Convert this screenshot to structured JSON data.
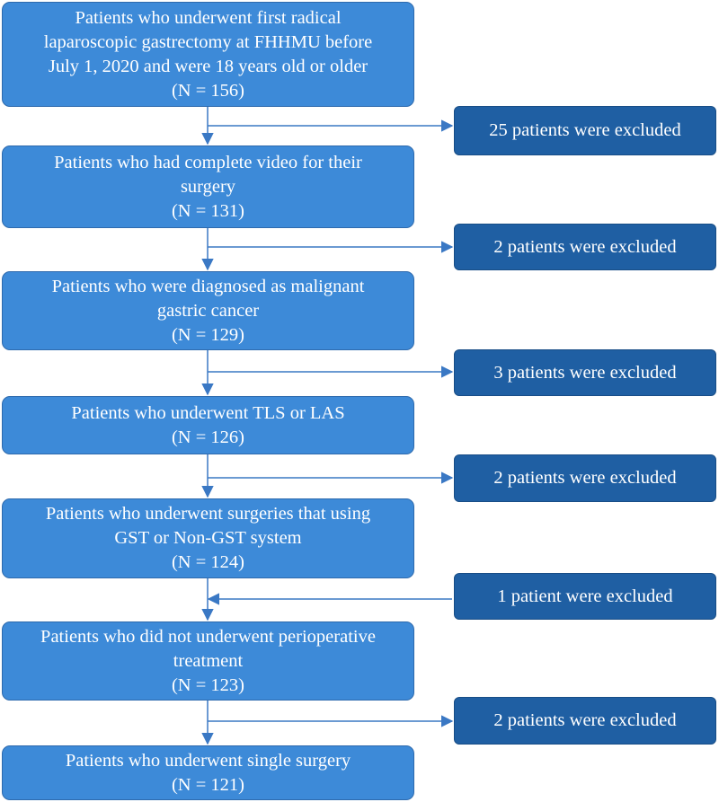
{
  "steps": [
    {
      "lines": [
        "Patients who underwent first radical",
        "laparoscopic gastrectomy at FHHMU before",
        "July 1, 2020 and were 18 years old or older",
        "(N = 156)"
      ]
    },
    {
      "lines": [
        "Patients who had complete video for their",
        "surgery",
        "(N = 131)"
      ]
    },
    {
      "lines": [
        "Patients who were diagnosed as malignant",
        "gastric cancer",
        "(N = 129)"
      ]
    },
    {
      "lines": [
        "Patients who underwent TLS or LAS",
        "(N = 126)"
      ]
    },
    {
      "lines": [
        "Patients who underwent surgeries that using",
        "GST or Non-GST system",
        "(N = 124)"
      ]
    },
    {
      "lines": [
        "Patients who did not underwent perioperative",
        "treatment",
        "(N = 123)"
      ]
    },
    {
      "lines": [
        "Patients who underwent single surgery",
        "(N = 121)"
      ]
    }
  ],
  "exclusions": [
    "25 patients were excluded",
    "2 patients were excluded",
    "3 patients were excluded",
    "2 patients were excluded",
    "1 patient were excluded",
    "2 patients were excluded"
  ],
  "colors": {
    "step_fill": "#3d8ad8",
    "step_border": "#2e6aad",
    "exclusion_fill": "#1f5fa3",
    "connector": "#3a78c4"
  }
}
